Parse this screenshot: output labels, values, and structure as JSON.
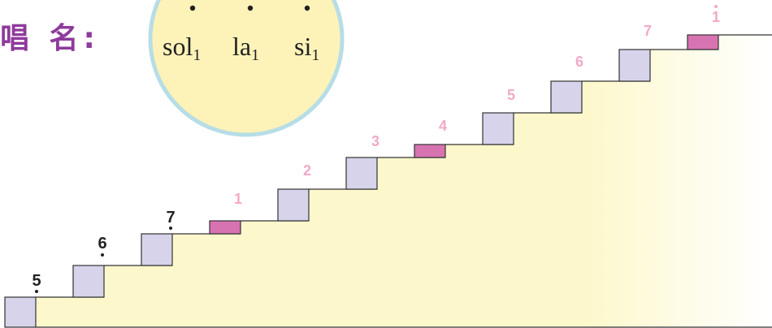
{
  "header": {
    "label": "唱 名:"
  },
  "circle": {
    "syllables": [
      {
        "base": "sol",
        "sub": "1"
      },
      {
        "base": "la",
        "sub": "1"
      },
      {
        "base": "si",
        "sub": "1"
      }
    ]
  },
  "low_notes": [
    "5",
    "6",
    "7"
  ],
  "mid_notes": [
    "1",
    "2",
    "3",
    "4",
    "5",
    "6",
    "7"
  ],
  "high_note": "1",
  "colors": {
    "step_face": "#d6d3eb",
    "step_pink": "#d873b2",
    "stair_fill": "#fdf8cc",
    "circle_fill": "#fdf3b8",
    "circle_stroke": "#b7dde6",
    "header": "#8e3a9c"
  }
}
